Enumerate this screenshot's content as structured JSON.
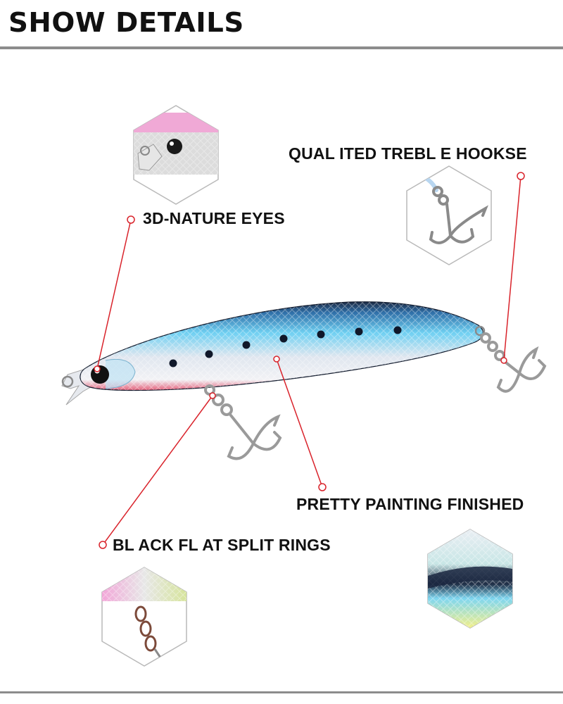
{
  "header": {
    "title": "SHOW DETAILS"
  },
  "callouts": {
    "eyes": "3D-NATURE EYES",
    "hooks": "QUAL ITED TREBL E HOOKSE",
    "painting": "PRETTY PAINTING FINISHED",
    "rings": "BL ACK FL AT SPLIT RINGS"
  },
  "colors": {
    "accent_line": "#d9232b",
    "lure_blue": "#5ec8ef",
    "lure_back": "#1c2a44",
    "lure_belly_pink": "#e4607a",
    "rule_gray": "#8c8c8c"
  }
}
